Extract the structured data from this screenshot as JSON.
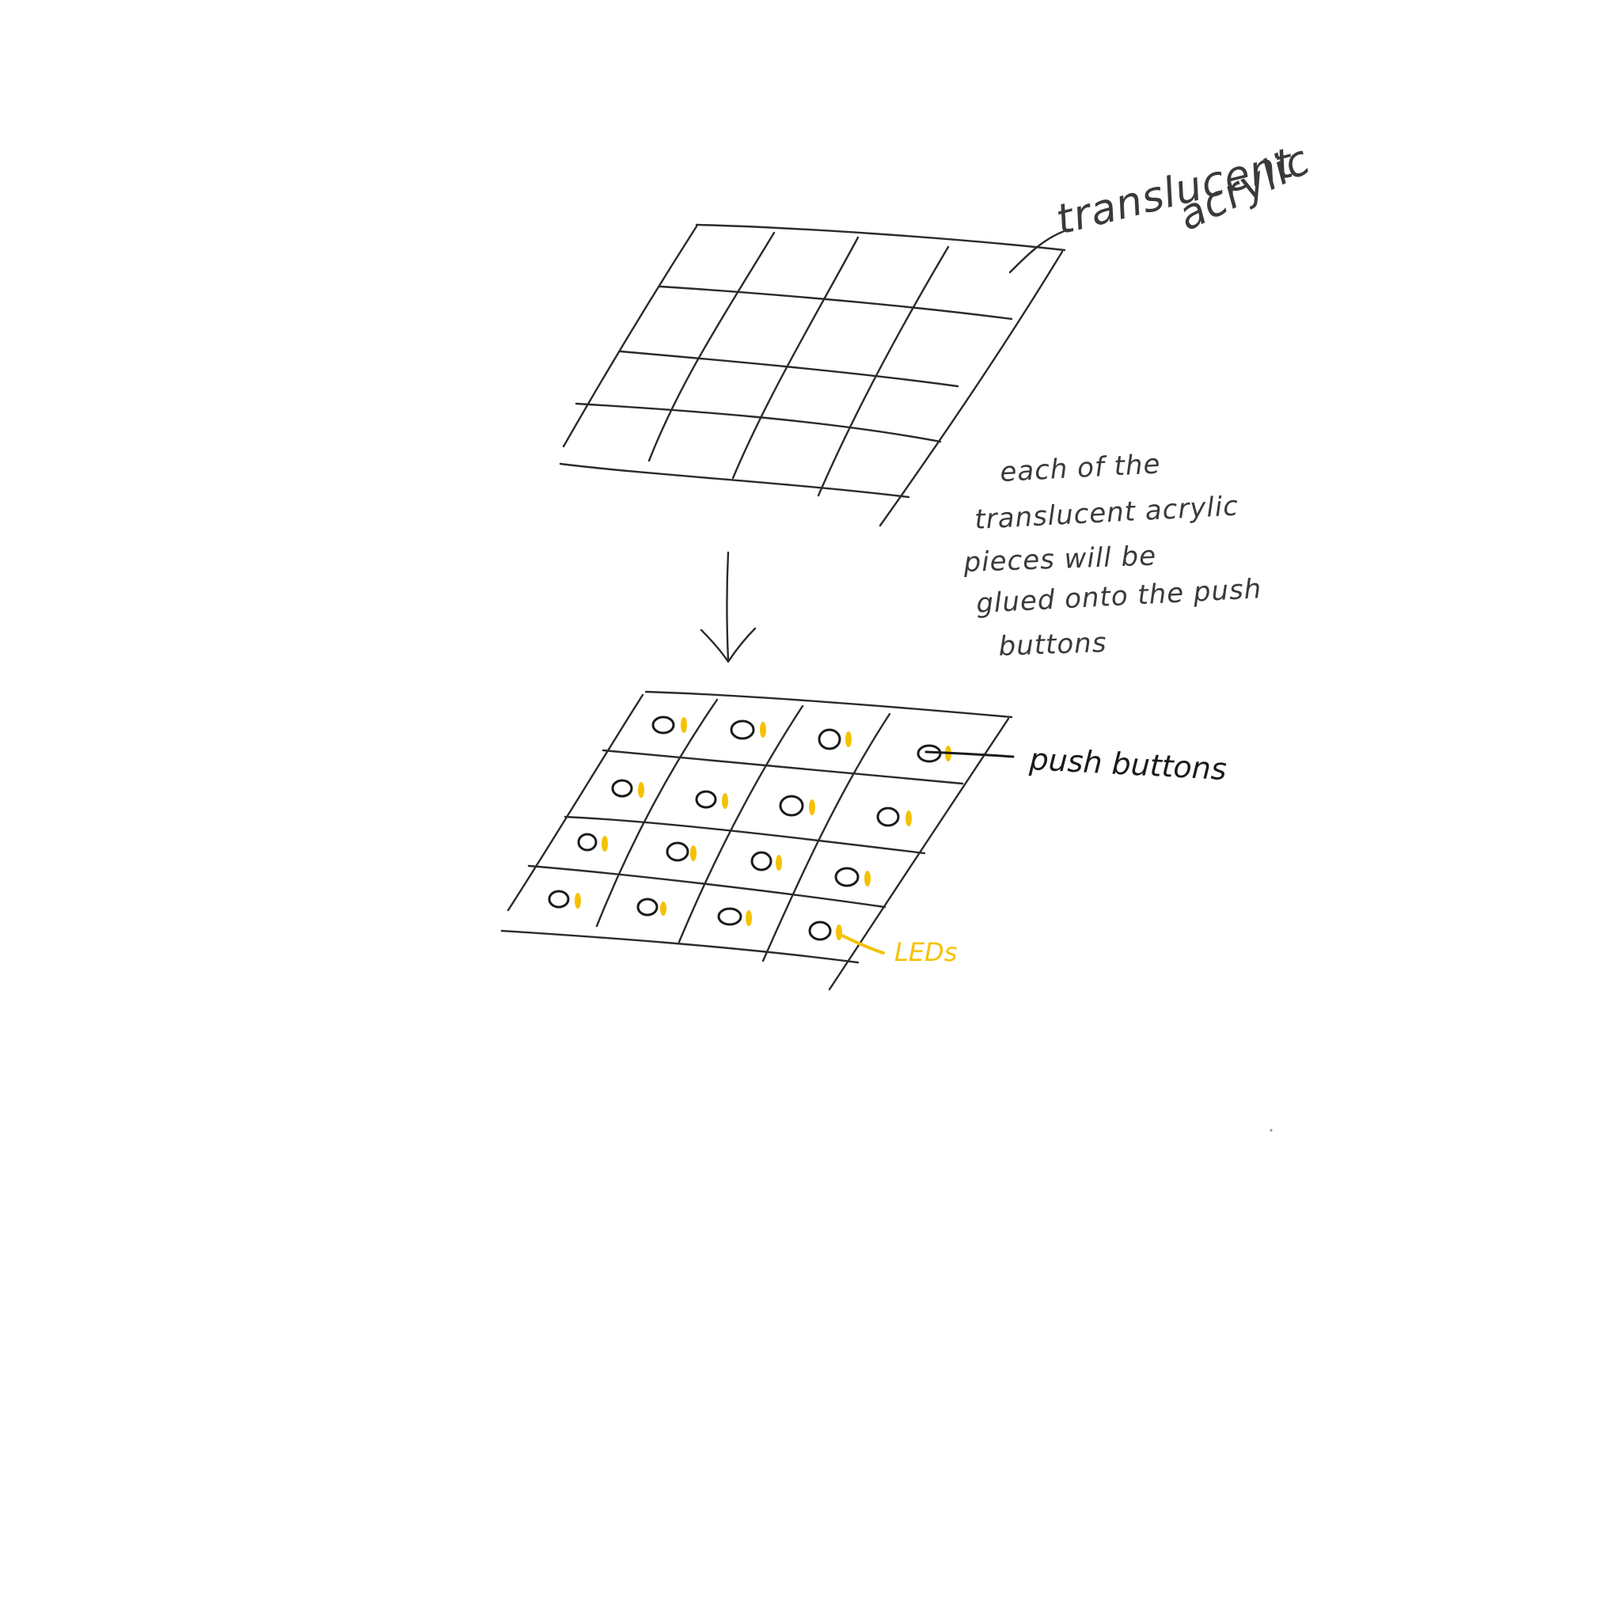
{
  "labels": {
    "top_panel": "translucent acrylic",
    "top_panel_line1": "translucent",
    "top_panel_line2": "acrylic",
    "bottom_panel": "push buttons",
    "leds": "LEDs"
  },
  "note": {
    "lines": [
      "each of the",
      "translucent  acrylic",
      "pieces will be",
      "glued onto the push",
      "buttons"
    ]
  },
  "grid": {
    "rows": 4,
    "columns": 4
  },
  "colors": {
    "pencil": "#2b2b2b",
    "ink": "#1a1a1a",
    "led": "#f5c200",
    "background": "#ffffff"
  },
  "icons": {
    "push_button": "circle-outline",
    "led": "yellow-oval",
    "arrow": "down-arrow"
  }
}
